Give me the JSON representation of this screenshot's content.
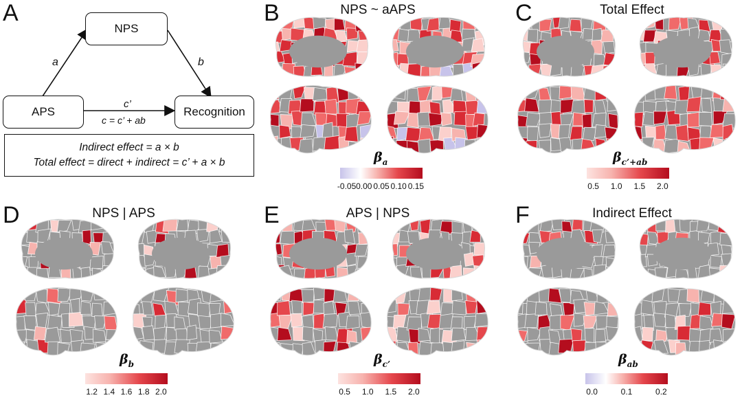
{
  "panels": {
    "A": {
      "label": "A",
      "nodes": {
        "nps": "NPS",
        "aps": "APS",
        "recognition": "Recognition"
      },
      "paths": {
        "a": "a",
        "b": "b",
        "c_prime": "c’",
        "c_eq": "c = c’ + ab"
      },
      "equations": {
        "line1": "Indirect effect = a × b",
        "line2": "Total effect = direct + indirect = c’ + a × b"
      }
    },
    "B": {
      "label": "B",
      "title": "NPS ~ aAPS",
      "beta_sub": "a",
      "ticks": [
        "-0.05",
        "0.00",
        "0.05",
        "0.10",
        "0.15"
      ],
      "scale": "diverging"
    },
    "C": {
      "label": "C",
      "title": "Total Effect",
      "beta_sub": "c’+ab",
      "ticks": [
        "0.5",
        "1.0",
        "1.5",
        "2.0"
      ],
      "scale": "sequential"
    },
    "D": {
      "label": "D",
      "title": "NPS | APS",
      "beta_sub": "b",
      "ticks": [
        "1.2",
        "1.4",
        "1.6",
        "1.8",
        "2.0"
      ],
      "scale": "sequential"
    },
    "E": {
      "label": "E",
      "title": "APS | NPS",
      "beta_sub": "c’",
      "ticks": [
        "0.5",
        "1.0",
        "1.5",
        "2.0"
      ],
      "scale": "sequential"
    },
    "F": {
      "label": "F",
      "title": "Indirect Effect",
      "beta_sub": "ab",
      "ticks": [
        "0.0",
        "0.1",
        "0.2"
      ],
      "scale": "diverging"
    }
  },
  "beta_symbol": "β",
  "colors": {
    "cortex_gray": "#9a9a9a",
    "red_dark": "#b40d1e",
    "red_mid": "#e5474c",
    "red_light": "#f7b3ae",
    "blue_light": "#c7c3ea",
    "background": "#ffffff"
  }
}
